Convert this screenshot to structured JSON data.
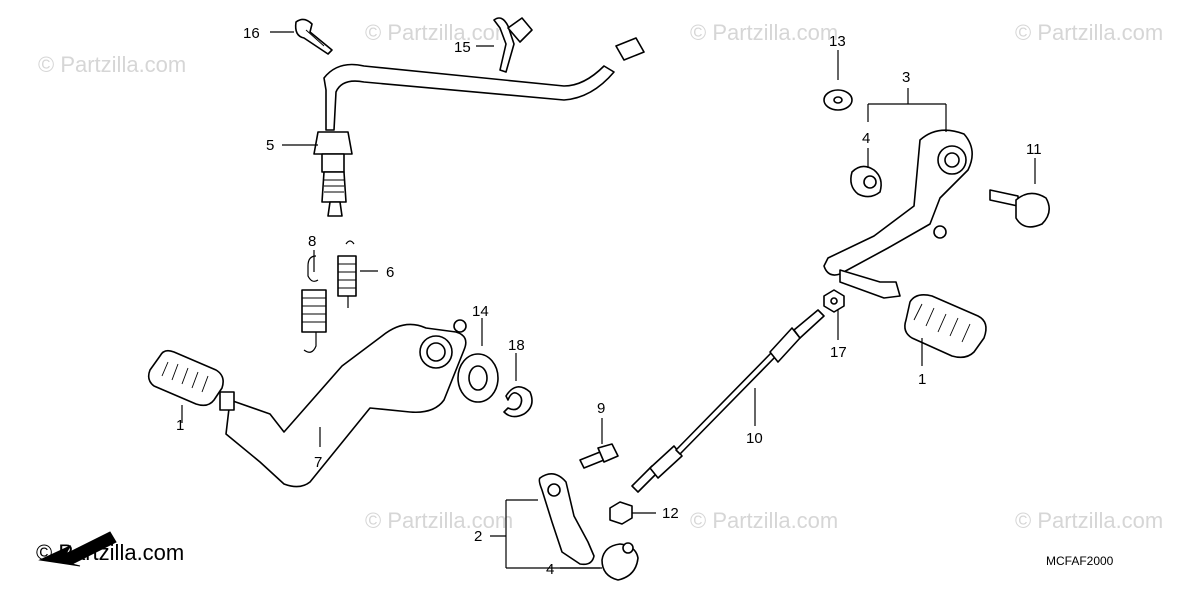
{
  "watermark_text": "© Partzilla.com",
  "diagram_code": "MCFAF2000",
  "brand_logo_text": "© Partzilla.com",
  "callouts": {
    "c1_left": "1",
    "c1_right": "1",
    "c2": "2",
    "c3": "3",
    "c4_top": "4",
    "c4_bottom": "4",
    "c5": "5",
    "c6": "6",
    "c7": "7",
    "c8": "8",
    "c9": "9",
    "c10": "10",
    "c11": "11",
    "c12": "12",
    "c13": "13",
    "c14": "14",
    "c15": "15",
    "c16": "16",
    "c17": "17",
    "c18": "18"
  }
}
